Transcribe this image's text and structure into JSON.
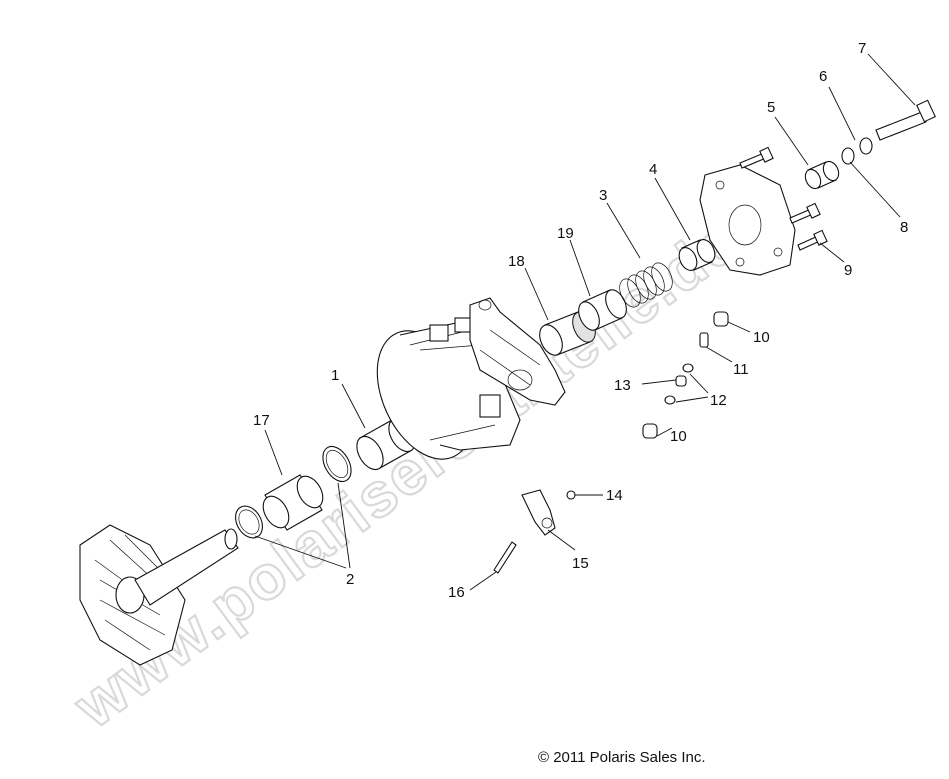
{
  "watermark": "www.polarisersatzteile.de",
  "copyright": "© 2011 Polaris Sales Inc.",
  "callouts": {
    "c1": "1",
    "c2": "2",
    "c3": "3",
    "c4": "4",
    "c5": "5",
    "c6": "6",
    "c7": "7",
    "c8": "8",
    "c9": "9",
    "c10a": "10",
    "c10b": "10",
    "c11": "11",
    "c12": "12",
    "c13": "13",
    "c14": "14",
    "c15": "15",
    "c16": "16",
    "c17": "17",
    "c18": "18",
    "c19": "19"
  }
}
